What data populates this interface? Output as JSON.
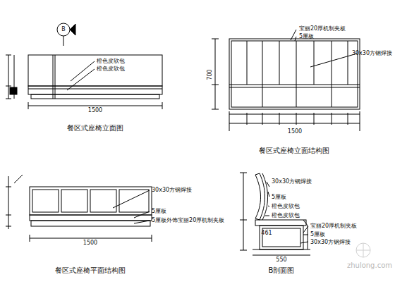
{
  "diagram": {
    "labels": [
      "B",
      "橙色皮软包",
      "橙色皮软包",
      "1500",
      "餐区式座椅立面图",
      "宝丽20厚机制夹板",
      "5厘板",
      "30x30方钢焊接",
      "700",
      "1500",
      "餐区式座椅立面结构图",
      "30x30方钢焊接",
      "5厘板",
      "5厘板外饰宝丽20厚机制夹板",
      "1500",
      "餐区式座椅平面结构图",
      "30x30方钢焊接",
      "5厘板",
      "橙色皮软包",
      "橙色皮软包",
      "宝丽20厚机制夹板",
      "5厘板",
      "30x30方钢焊接",
      "461",
      "550",
      "B剖面图",
      "zhulong.com"
    ]
  }
}
